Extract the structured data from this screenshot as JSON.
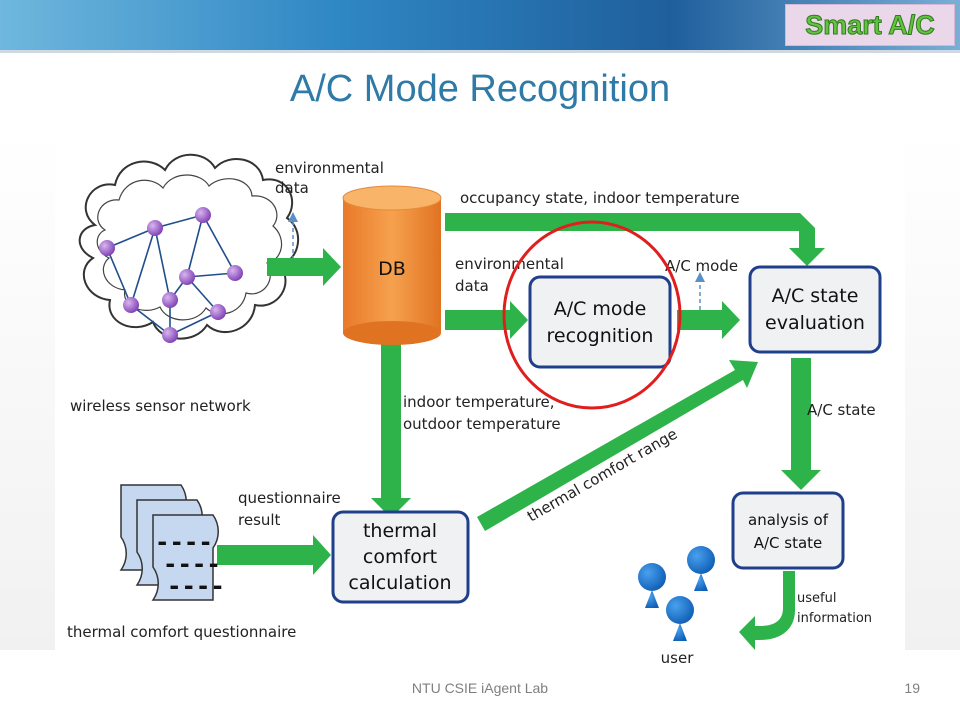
{
  "header": {
    "badge": "Smart A/C",
    "title": "A/C Mode Recognition"
  },
  "diagram": {
    "wsn_label": "wireless sensor network",
    "env_data_top": [
      "environmental",
      "data"
    ],
    "db_label": "DB",
    "occupancy_label": "occupancy state, indoor temperature",
    "env_data_mid": [
      "environmental",
      "data"
    ],
    "ac_mode_label": "A/C mode",
    "mode_box": [
      "A/C mode",
      "recognition"
    ],
    "state_box": [
      "A/C state",
      "evaluation"
    ],
    "indoor_outdoor": [
      "indoor temperature,",
      "outdoor temperature"
    ],
    "ac_state_label": "A/C state",
    "thermal_range": "thermal comfort range",
    "questionnaire_result": [
      "questionnaire",
      "result"
    ],
    "thermal_box": [
      "thermal",
      "comfort",
      "calculation"
    ],
    "analysis_box": [
      "analysis of",
      "A/C state"
    ],
    "useful_info": [
      "useful",
      "information"
    ],
    "questionnaire_label": "thermal comfort questionnaire",
    "user_label": "user",
    "doc_dashes": [
      "----",
      "----",
      "----"
    ]
  },
  "footer": {
    "text": "NTU CSIE iAgent Lab",
    "page": "19"
  }
}
